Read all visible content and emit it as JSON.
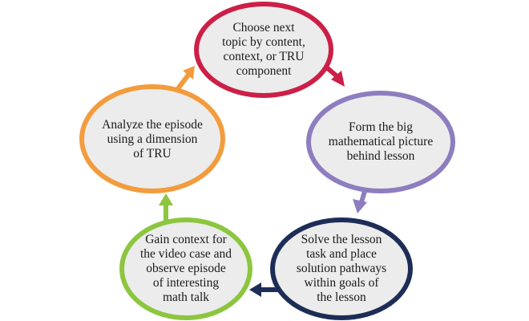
{
  "diagram": {
    "stages": [
      {
        "id": "choose",
        "label": "Choose next topic by content, context, or TRU component",
        "lines": [
          "Choose next",
          "topic by content,",
          "context, or TRU",
          "component"
        ],
        "color": "#cc1f47"
      },
      {
        "id": "form",
        "label": "Form the big mathematical picture behind lesson",
        "lines": [
          "Form the big",
          "mathematical picture",
          "behind lesson"
        ],
        "color": "#8e7dbf"
      },
      {
        "id": "solve",
        "label": "Solve the lesson task and place solution pathways within goals of the lesson",
        "lines": [
          "Solve the lesson",
          "task and place",
          "solution pathways",
          "within goals of",
          "the lesson"
        ],
        "color": "#1d2d57"
      },
      {
        "id": "gain",
        "label": "Gain context for the video case and observe episode of interesting math talk",
        "lines": [
          "Gain context for",
          "the video case and",
          "observe episode",
          "of interesting",
          "math talk"
        ],
        "color": "#8cc63f"
      },
      {
        "id": "analyze",
        "label": "Analyze the episode using a dimension of TRU",
        "lines": [
          "Analyze the episode",
          "using a dimension",
          "of TRU"
        ],
        "color": "#f39c3d"
      }
    ],
    "fill_color": "#ececec"
  }
}
